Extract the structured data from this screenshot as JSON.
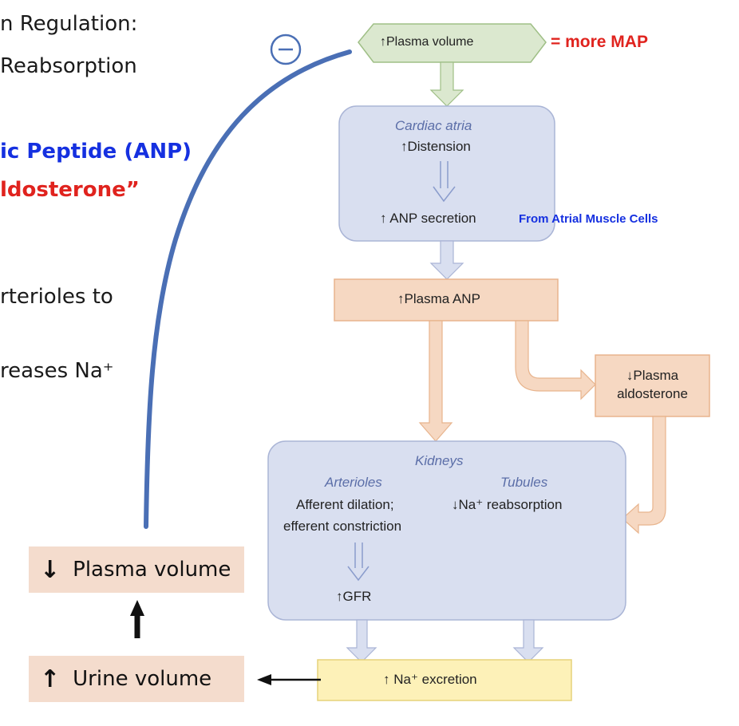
{
  "slide_text": {
    "line1": "n Regulation:",
    "line2": "Reabsorption",
    "line3": "ic Peptide (ANP)",
    "line4": "ldosterone”",
    "line5": "rterioles to",
    "line6": "reases Na⁺"
  },
  "nodes": {
    "plasma_volume_up": "↑Plasma volume",
    "more_map": "= more MAP",
    "cardiac_atria_title": "Cardiac atria",
    "cardiac_atria_distension": "↑Distension",
    "anp_secretion": "↑ ANP secretion",
    "atrial_muscle_cells": "From Atrial Muscle Cells",
    "plasma_anp": "↑Plasma ANP",
    "plasma_aldosterone_line1": "↓Plasma",
    "plasma_aldosterone_line2": "aldosterone",
    "kidneys_title": "Kidneys",
    "arterioles_title": "Arterioles",
    "tubules_title": "Tubules",
    "afferent_dilation": "Afferent dilation;",
    "efferent_constriction": "efferent constriction",
    "na_reabsorption": "↓Na⁺ reabsorption",
    "gfr": "↑GFR",
    "na_excretion": "↑ Na⁺ excretion",
    "minus_symbol": "−"
  },
  "side_boxes": {
    "plasma_volume_down": "Plasma volume",
    "plasma_volume_down_arrow": "↓",
    "urine_volume_up": "Urine volume",
    "urine_volume_up_arrow": "↑"
  },
  "colors": {
    "green_fill": "#dbe8cf",
    "green_stroke": "#9fbf86",
    "blue_box_fill": "#d9dff0",
    "blue_box_stroke": "#aab5d6",
    "orange_fill": "#f6d8c2",
    "orange_stroke": "#e8b48d",
    "yellow_fill": "#fdf1b8",
    "yellow_stroke": "#e6d27a",
    "feedback_curve": "#4a6fb5"
  }
}
